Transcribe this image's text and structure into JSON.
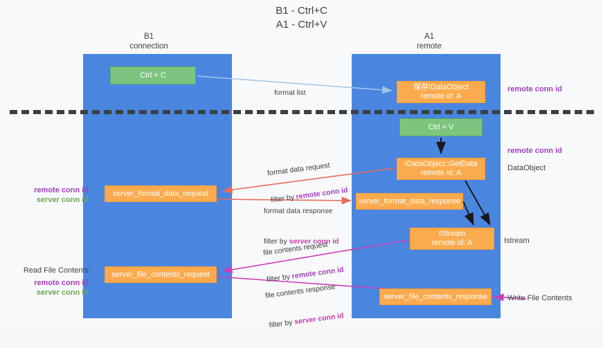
{
  "title": "B1 - Ctrl+C\nA1 - Ctrl+V",
  "columns": {
    "left": {
      "header": "B1\nconnection"
    },
    "right": {
      "header": "A1\nremote"
    }
  },
  "boxes": {
    "ctrl_c": "Ctrl + C",
    "ctrl_v": "Ctrl + V",
    "dataobject_store_line1": "保存IDataObject",
    "dataobject_store_line2": "remote id: A",
    "getdata_line1": "IDataObject::GetData",
    "getdata_line2": "remote id: A",
    "istream_line1": "IStream",
    "istream_line2": "remote id: A",
    "server_format_data_request": "server_format_data_request",
    "server_format_data_response": "server_format_data_response",
    "server_file_contents_request": "server_file_contents_request",
    "server_file_contents_response": "server_file_contents_response"
  },
  "arrow_labels": {
    "format_list": "format list",
    "format_data_request": "format data request",
    "format_data_request_filter_prefix": "filter by ",
    "format_data_request_filter_key": "remote conn id",
    "format_data_response": "format data response",
    "format_data_response_filter_prefix": "filter by ",
    "format_data_response_filter_key": "server conn id",
    "file_contents_request": "file contents request",
    "file_contents_request_filter_prefix": "filter by ",
    "file_contents_request_filter_key": "remote conn id",
    "file_contents_response": "file contents response",
    "file_contents_response_filter_prefix": "filter by ",
    "file_contents_response_filter_key": "server conn id"
  },
  "annotations": {
    "left_remote_conn_id": "remote conn id",
    "left_server_conn_id": "server conn id",
    "read_file_contents": "Read File Contents",
    "left_remote_conn_id_2": "remote conn id",
    "left_server_conn_id_2": "server conn id",
    "right_remote_conn_id_top": "remote conn id",
    "right_remote_conn_id_mid": "remote conn id",
    "right_dataobject": "DataObject",
    "right_istream": "Istream",
    "right_write_file_contents": "Write File Contents"
  },
  "colors": {
    "lane_blue": "#4a86e0",
    "box_green": "#7dc57f",
    "box_orange": "#fbab4e",
    "accent_purple": "#a33ec0",
    "accent_green": "#6aa84f",
    "arrow_red": "#ea6a5a",
    "arrow_magenta": "#c93fb5",
    "arrow_lightblue": "#9fc6ea",
    "arrow_black": "#1a1a1a",
    "background": "#f8f9fa"
  }
}
